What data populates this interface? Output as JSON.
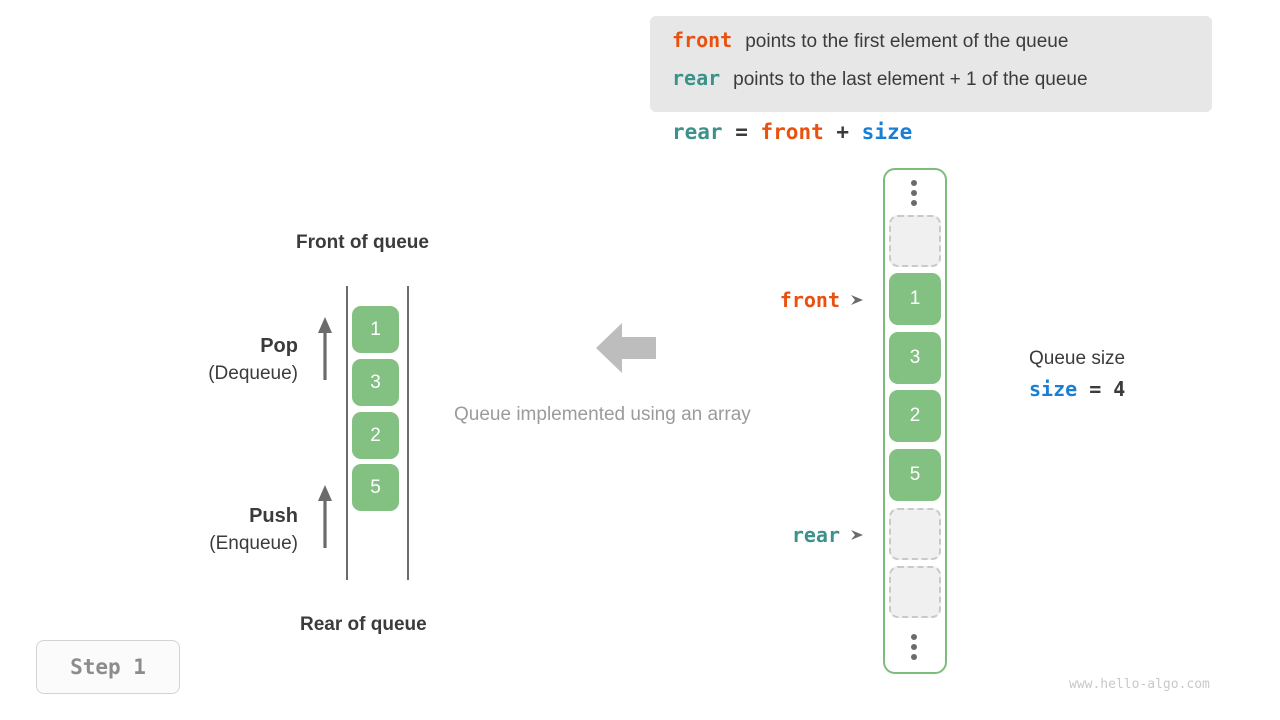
{
  "legend": {
    "lines": [
      {
        "keyword": "front",
        "keyword_color": "#e8510f",
        "text": "points to the first element of the queue"
      },
      {
        "keyword": "rear",
        "keyword_color": "#3b928a",
        "text": "points to the last element + 1 of the queue"
      }
    ],
    "background": "#e7e7e7"
  },
  "formula": {
    "rear": "rear",
    "eq": " = ",
    "front": "front",
    "plus": " + ",
    "size": "size"
  },
  "left_panel": {
    "top_label": "Front of queue",
    "bottom_label": "Rear of queue",
    "pop": {
      "main": "Pop",
      "sub": "(Dequeue)"
    },
    "push": {
      "main": "Push",
      "sub": "(Enqueue)"
    },
    "cells": [
      {
        "value": "1"
      },
      {
        "value": "3"
      },
      {
        "value": "2"
      },
      {
        "value": "5"
      }
    ]
  },
  "center": {
    "caption": "Queue implemented using an array",
    "arrow_direction": "left",
    "arrow_color": "#bdbdbd",
    "caption_color": "#9b9b9b"
  },
  "array_panel": {
    "border_color": "#7cbd7c",
    "filled_color": "#83c183",
    "empty_color": "#f0f0f0",
    "slots": [
      {
        "kind": "dots",
        "value": ""
      },
      {
        "kind": "empty",
        "value": ""
      },
      {
        "kind": "filled",
        "value": "1"
      },
      {
        "kind": "filled",
        "value": "3"
      },
      {
        "kind": "filled",
        "value": "2"
      },
      {
        "kind": "filled",
        "value": "5"
      },
      {
        "kind": "empty",
        "value": ""
      },
      {
        "kind": "empty",
        "value": ""
      },
      {
        "kind": "dots",
        "value": ""
      }
    ],
    "pointers": [
      {
        "name": "front",
        "color": "#e8510f",
        "target_value": "1"
      },
      {
        "name": "rear",
        "color": "#3b928a",
        "target_value": ""
      }
    ]
  },
  "size_annotation": {
    "label": "Queue size",
    "var": "size",
    "expr": " = 4",
    "var_color": "#1a7fd4"
  },
  "step_badge": {
    "text": "Step 1"
  },
  "watermark": {
    "text": "www.hello-algo.com"
  }
}
